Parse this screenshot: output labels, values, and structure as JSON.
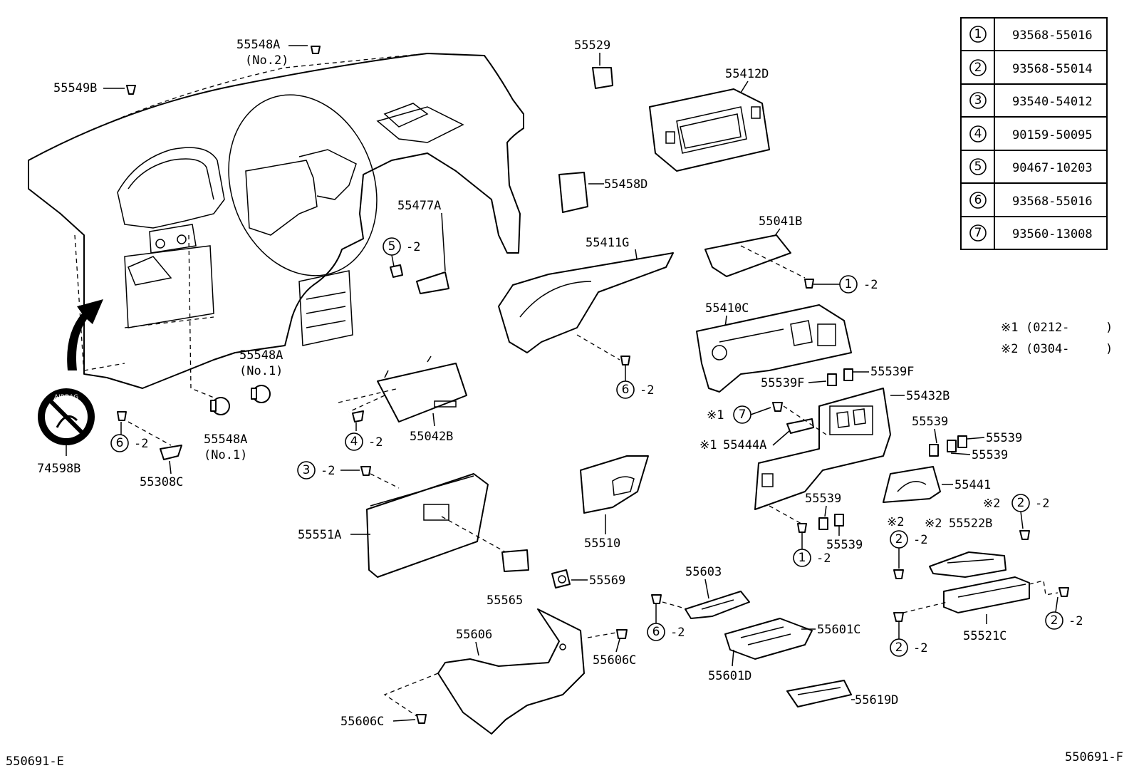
{
  "parts_table": [
    {
      "ref": "1",
      "part_no": "93568-55016"
    },
    {
      "ref": "2",
      "part_no": "93568-55014"
    },
    {
      "ref": "3",
      "part_no": "93540-54012"
    },
    {
      "ref": "4",
      "part_no": "90159-50095"
    },
    {
      "ref": "5",
      "part_no": "90467-10203"
    },
    {
      "ref": "6",
      "part_no": "93568-55016"
    },
    {
      "ref": "7",
      "part_no": "93560-13008"
    }
  ],
  "notes": [
    {
      "mark": "※1",
      "text": "(0212-",
      "close": ")"
    },
    {
      "mark": "※2",
      "text": "(0304-",
      "close": ")"
    }
  ],
  "labels": {
    "p55548A_no2": "55548A",
    "p55548A_no2_sub": "(No.2)",
    "p55549B": "55549B",
    "p55529": "55529",
    "p55412D": "55412D",
    "p55458D": "55458D",
    "p55477A": "55477A",
    "p55411G": "55411G",
    "p55041B": "55041B",
    "p55410C": "55410C",
    "p55548A_no1a": "55548A",
    "p55548A_no1a_sub": "(No.1)",
    "p55548A_no1b": "55548A",
    "p55548A_no1b_sub": "(No.1)",
    "p74598B": "74598B",
    "p55308C": "55308C",
    "p55042B": "55042B",
    "p55539F_a": "55539F",
    "p55539F_b": "55539F",
    "p55432B": "55432B",
    "p55444A": "55444A",
    "p55539_a": "55539",
    "p55539_b": "55539",
    "p55539_c": "55539",
    "p55441": "55441",
    "p55551A": "55551A",
    "p55510": "55510",
    "p55539_d": "55539",
    "p55539_e": "55539",
    "p55522B": "55522B",
    "p55565": "55565",
    "p55569": "55569",
    "p55603": "55603",
    "p55606": "55606",
    "p55606C_a": "55606C",
    "p55606C_b": "55606C",
    "p55601C": "55601C",
    "p55601D": "55601D",
    "p55521C": "55521C",
    "p55619D": "55619D",
    "airbag_word": "AIRBAG"
  },
  "callouts": {
    "qty": "-2",
    "note1": "※1",
    "note2": "※2"
  },
  "footer": {
    "left_code": "550691-E",
    "right_code": "550691-F"
  }
}
